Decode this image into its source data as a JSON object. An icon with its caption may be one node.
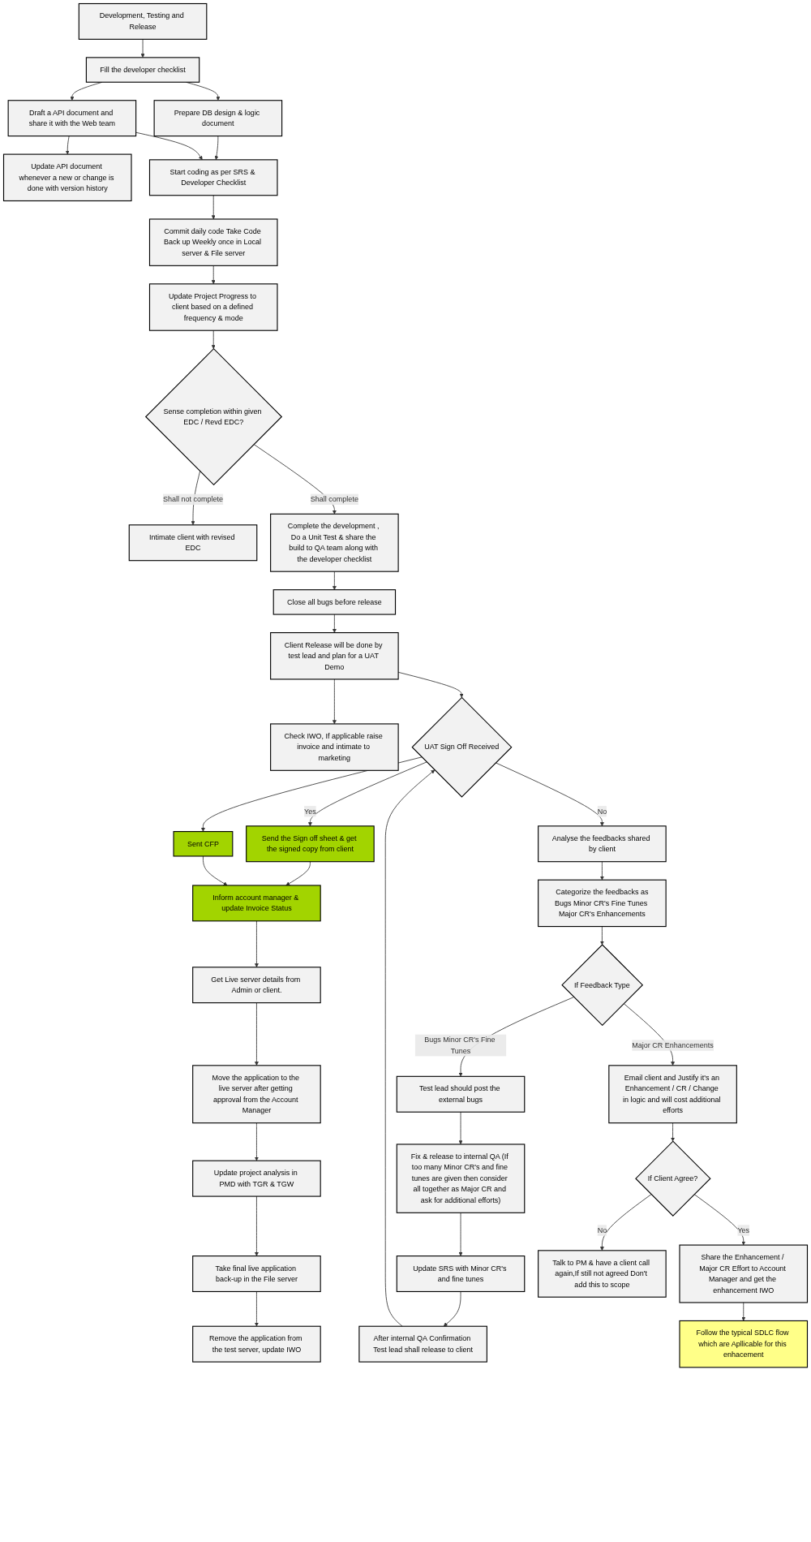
{
  "diagram": {
    "nodes": [
      {
        "text": [
          "Development, Testing and Release"
        ]
      },
      {
        "text": [
          "Fill the developer checklist"
        ]
      },
      {
        "text": [
          "Prepare DB design & logic document"
        ]
      },
      {
        "text": [
          "Draft a API document and share it with the Web team"
        ]
      },
      {
        "text": [
          "Update API document whenever a new or change is done with version history"
        ]
      },
      {
        "text": [
          "Start coding as per SRS & Developer Checklist"
        ]
      },
      {
        "text": [
          "Commit daily code Take Code Back up Weekly once in Local server & File server"
        ]
      },
      {
        "text": [
          "Update Project Progress to client based on a defined frequency & mode"
        ]
      },
      {
        "text": [
          "Sense completion within given EDC / Revd EDC?"
        ]
      },
      {
        "text": [
          "Intimate client with revised EDC"
        ]
      },
      {
        "text": [
          "Complete the development , Do a Unit Test & share the build to QA team along with the developer checklist"
        ]
      },
      {
        "text": [
          "Close all bugs before release"
        ]
      },
      {
        "text": [
          "Client Release will be done by test lead and plan for a UAT Demo"
        ]
      },
      {
        "text": [
          "Check IWO, If applicable raise invoice and intimate to marketing"
        ]
      },
      {
        "text": [
          "UAT Sign Off Received"
        ]
      },
      {
        "text": [
          "Send the Sign off sheet & get the signed copy from client"
        ]
      },
      {
        "text": [
          "Sent CFP"
        ]
      },
      {
        "text": [
          "Inform account manager & update Invoice Status"
        ]
      },
      {
        "text": [
          "Get Live server details from Admin or client."
        ]
      },
      {
        "text": [
          "Move the application to the live server after getting approval from the Account Manager"
        ]
      },
      {
        "text": [
          "Update project analysis in PMD with TGR & TGW"
        ]
      },
      {
        "text": [
          "Take final live application back-up in the File server"
        ]
      },
      {
        "text": [
          "Remove the application from the test server, update IWO"
        ]
      },
      {
        "text": [
          "Analyse the feedbacks shared by client"
        ]
      },
      {
        "text": [
          "Categorize the feedbacks as",
          "Bugs Minor CR's Fine Tunes Major CR's Enhancements"
        ]
      },
      {
        "text": [
          "If Feedback Type"
        ]
      },
      {
        "text": [
          "Test lead should post the external bugs"
        ]
      },
      {
        "text": [
          "Fix & release to internal QA (If too many Minor CR's and fine tunes are given then consider all together as Major CR and ask for additional efforts)"
        ]
      },
      {
        "text": [
          "Update SRS with Minor CR's and fine tunes"
        ]
      },
      {
        "text": [
          "After internal QA Confirmation Test lead shall release to client"
        ]
      },
      {
        "text": [
          "Email client and Justify it's an Enhancement / CR / Change in logic and will cost additional efforts"
        ]
      },
      {
        "text": [
          "If Client Agree?"
        ]
      },
      {
        "text": [
          "Share the Enhancement / Major CR Effort to Account Manager and get the enhancement IWO"
        ]
      },
      {
        "text": [
          "Follow the typical SDLC flow which are Apllicable for this enhacement"
        ]
      },
      {
        "text": [
          "Talk to PM & have a client call again,If still not agreed Don't add this to scope"
        ]
      }
    ],
    "edges": [
      {
        "from": 0,
        "to": 1,
        "arrow": "to"
      },
      {
        "from": 1,
        "to": 2,
        "arrow": "to"
      },
      {
        "from": 1,
        "to": 3,
        "arrow": "to"
      },
      {
        "from": 3,
        "to": 4,
        "arrow": "to"
      },
      {
        "from": 2,
        "to": 5,
        "arrow": "to"
      },
      {
        "from": 3,
        "to": 5,
        "arrow": "to"
      },
      {
        "from": 5,
        "to": 6,
        "arrow": "to"
      },
      {
        "from": 6,
        "to": 7,
        "arrow": "to"
      },
      {
        "from": 7,
        "to": 8,
        "arrow": "to"
      },
      {
        "from": 8,
        "to": 9,
        "arrow": "to",
        "label": "Shall not complete"
      },
      {
        "from": 8,
        "to": 10,
        "arrow": "to",
        "label": "Shall complete"
      },
      {
        "from": 10,
        "to": 11,
        "arrow": "to"
      },
      {
        "from": 11,
        "to": 12,
        "arrow": "to"
      },
      {
        "from": 12,
        "to": 13,
        "arrow": "to"
      },
      {
        "from": 12,
        "to": 14,
        "arrow": "to"
      },
      {
        "from": 14,
        "to": 15,
        "arrow": "to",
        "label": "Yes"
      },
      {
        "from": 14,
        "to": 16,
        "arrow": "to"
      },
      {
        "from": 14,
        "to": 23,
        "arrow": "to",
        "label": "No"
      },
      {
        "from": 15,
        "to": 17,
        "arrow": "to"
      },
      {
        "from": 16,
        "to": 17,
        "arrow": "to"
      },
      {
        "from": 17,
        "to": 18,
        "arrow": "to"
      },
      {
        "from": 18,
        "to": 19,
        "arrow": "to"
      },
      {
        "from": 19,
        "to": 20,
        "arrow": "to"
      },
      {
        "from": 20,
        "to": 21,
        "arrow": "to"
      },
      {
        "from": 21,
        "to": 22,
        "arrow": "to"
      },
      {
        "from": 23,
        "to": 24,
        "arrow": "to"
      },
      {
        "from": 24,
        "to": 25,
        "arrow": "to"
      },
      {
        "from": 25,
        "to": 26,
        "arrow": "to",
        "label": "Bugs Minor CR's Fine Tunes"
      },
      {
        "from": 25,
        "to": 30,
        "arrow": "to",
        "label": "Major CR Enhancements"
      },
      {
        "from": 26,
        "to": 27,
        "arrow": "to"
      },
      {
        "from": 27,
        "to": 28,
        "arrow": "to"
      },
      {
        "from": 28,
        "to": 29,
        "arrow": "to"
      },
      {
        "from": 29,
        "to": 14,
        "arrow": "to"
      },
      {
        "from": 30,
        "to": 31,
        "arrow": "to"
      },
      {
        "from": 31,
        "to": 32,
        "arrow": "to",
        "label": "Yes"
      },
      {
        "from": 31,
        "to": 34,
        "arrow": "to",
        "label": "No"
      },
      {
        "from": 32,
        "to": 33,
        "arrow": "to"
      }
    ]
  }
}
